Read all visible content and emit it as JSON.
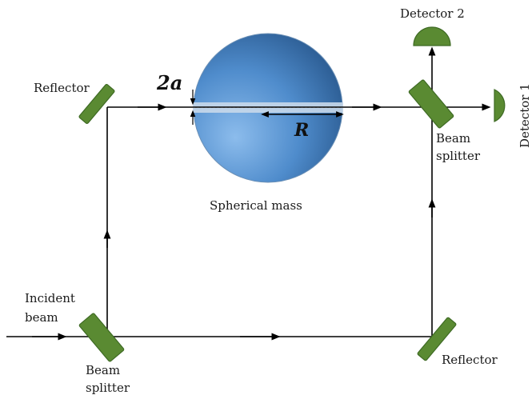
{
  "labels": {
    "reflector_top": "Reflector",
    "reflector_bottom": "Reflector",
    "incident_line1": "Incident",
    "incident_line2": "beam",
    "splitter_bottom_line1": "Beam",
    "splitter_bottom_line2": "splitter",
    "splitter_top_line1": "Beam",
    "splitter_top_line2": "splitter",
    "detector_1": "Detector 1",
    "detector_2": "Detector 2",
    "mass": "Spherical mass",
    "two_a": "2a",
    "radius": "R"
  },
  "colors": {
    "mirror_fill": "#5a8a32",
    "mirror_stroke": "#3e6a24",
    "sphere_light": "#8ab8e8",
    "sphere_dark": "#2a5f96",
    "tunnel": "#c8d8ea",
    "beam": "#000000"
  }
}
